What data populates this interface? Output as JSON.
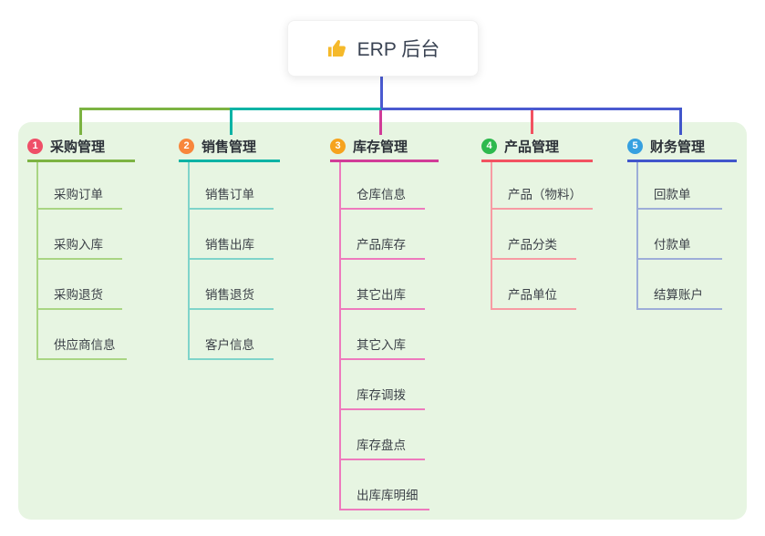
{
  "root": {
    "title": "ERP 后台",
    "icon": "thumbs-up-icon",
    "icon_color": "#f5b92a"
  },
  "colors": {
    "panel_bg": "#e7f5e2",
    "root_line": "#4a5ad0",
    "header_text": "#2c3138",
    "child_text": "#3c4148"
  },
  "branches": [
    {
      "num": "1",
      "label": "采购管理",
      "badge_color": "#ef4f68",
      "line_color": "#7cb342",
      "light_color": "#a9d583",
      "children": [
        "采购订单",
        "采购入库",
        "采购退货",
        "供应商信息"
      ]
    },
    {
      "num": "2",
      "label": "销售管理",
      "badge_color": "#f8863c",
      "line_color": "#0bb3a5",
      "light_color": "#7fd4ca",
      "children": [
        "销售订单",
        "销售出库",
        "销售退货",
        "客户信息"
      ]
    },
    {
      "num": "3",
      "label": "库存管理",
      "badge_color": "#f6a31e",
      "line_color": "#d13c98",
      "light_color": "#ee79bd",
      "children": [
        "仓库信息",
        "产品库存",
        "其它出库",
        "其它入库",
        "库存调拨",
        "库存盘点",
        "出库库明细"
      ]
    },
    {
      "num": "4",
      "label": "产品管理",
      "badge_color": "#2eb94e",
      "line_color": "#f25261",
      "light_color": "#f79ba3",
      "children": [
        "产品（物料）",
        "产品分类",
        "产品单位"
      ]
    },
    {
      "num": "5",
      "label": "财务管理",
      "badge_color": "#36a0e0",
      "line_color": "#4156cb",
      "light_color": "#9dadd8",
      "children": [
        "回款单",
        "付款单",
        "结算账户"
      ]
    }
  ]
}
